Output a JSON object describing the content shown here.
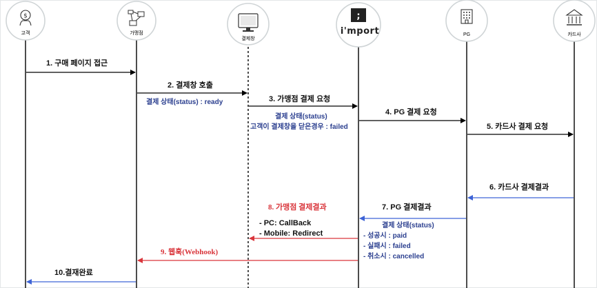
{
  "colors": {
    "black_arrow": "#000000",
    "blue_arrow": "#3d63d6",
    "red_arrow": "#d9353b",
    "note_text": "#2b3f8f",
    "outline": "#cfd4d6"
  },
  "actors": [
    {
      "id": "customer",
      "label": "고객",
      "icon": "customer-payment-icon"
    },
    {
      "id": "merchant",
      "label": "가맹점",
      "icon": "merchant-network-icon"
    },
    {
      "id": "window",
      "label": "결제창",
      "icon": "monitor-icon"
    },
    {
      "id": "iamport",
      "label": "",
      "logo": "i'mport",
      "icon": "iamport-logo"
    },
    {
      "id": "pg",
      "label": "PG",
      "icon": "building-icon"
    },
    {
      "id": "card",
      "label": "카드사",
      "icon": "bank-icon"
    }
  ],
  "messages": {
    "m1": "1. 구매 페이지 접근",
    "m2": "2. 결제창 호출",
    "m3": "3. 가맹점 결제 요청",
    "m4": "4. PG 결제 요청",
    "m5": "5. 카드사 결제 요청",
    "m6": "6. 카드사 결제결과",
    "m7": "7. PG 결제결과",
    "m8": "8. 가맹점 결제결과",
    "m9": "9. 웹훅(Webhook)",
    "m10": "10.결재완료"
  },
  "notes": {
    "ready": "결제 상태(status) : ready",
    "failed_title": "결제 상태(status)",
    "failed_detail": "고객이 결제창을 닫은경우 : failed",
    "result_title": "결제 상태(status)",
    "paid": "- 성공시 : paid",
    "failed": "- 실패시 : failed",
    "cancelled": "- 취소시 : cancelled",
    "pc": "- PC: CallBack",
    "mobile": "- Mobile: Redirect"
  }
}
